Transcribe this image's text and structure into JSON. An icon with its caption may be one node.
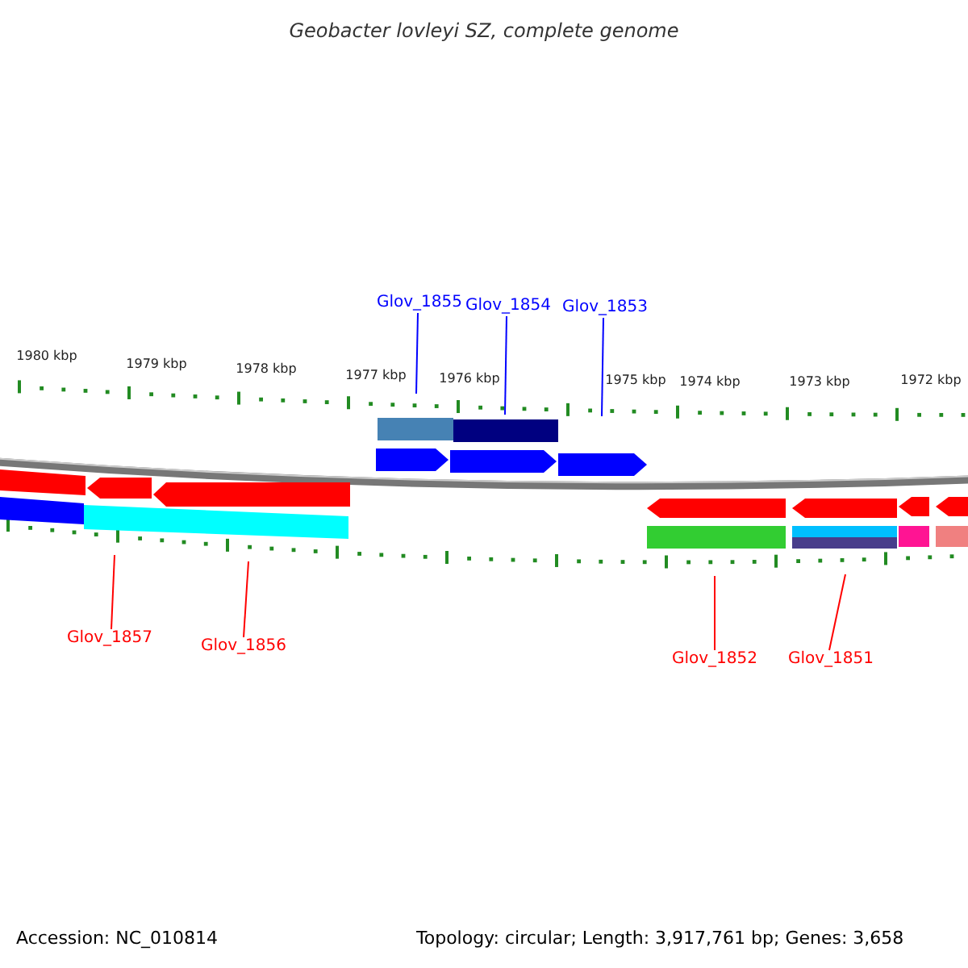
{
  "diagram": {
    "title": "Geobacter lovleyi SZ, complete genome",
    "nodes": [
      {
        "text": [
          "Glov_1855"
        ]
      },
      {
        "text": [
          "Glov_1854"
        ]
      },
      {
        "text": [
          "Glov_1853"
        ]
      },
      {
        "text": [
          "Glov_1857"
        ]
      },
      {
        "text": [
          "Glov_1856"
        ]
      },
      {
        "text": [
          "Glov_1852"
        ]
      },
      {
        "text": [
          "Glov_1851"
        ]
      }
    ],
    "edges": [
      {
        "from": 0,
        "to": null,
        "arrow": "none",
        "color": "#0000ff"
      },
      {
        "from": 1,
        "to": null,
        "arrow": "none",
        "color": "#0000ff"
      },
      {
        "from": 2,
        "to": null,
        "arrow": "none",
        "color": "#0000ff"
      },
      {
        "from": 3,
        "to": null,
        "arrow": "none"
      },
      {
        "from": 4,
        "to": null,
        "arrow": "none"
      },
      {
        "from": 5,
        "to": null,
        "arrow": "none"
      },
      {
        "from": 6,
        "to": null,
        "arrow": "none"
      }
    ],
    "labels": [
      "1980 kbp",
      "1979 kbp",
      "1978 kbp",
      "1977 kbp",
      "1976 kbp",
      "1975 kbp",
      "1974 kbp",
      "1973 kbp",
      "1972 kbp",
      "Accession: NC_010814",
      "Topology: circular; Length: 3,917,761 bp; Genes: 3,658"
    ]
  }
}
